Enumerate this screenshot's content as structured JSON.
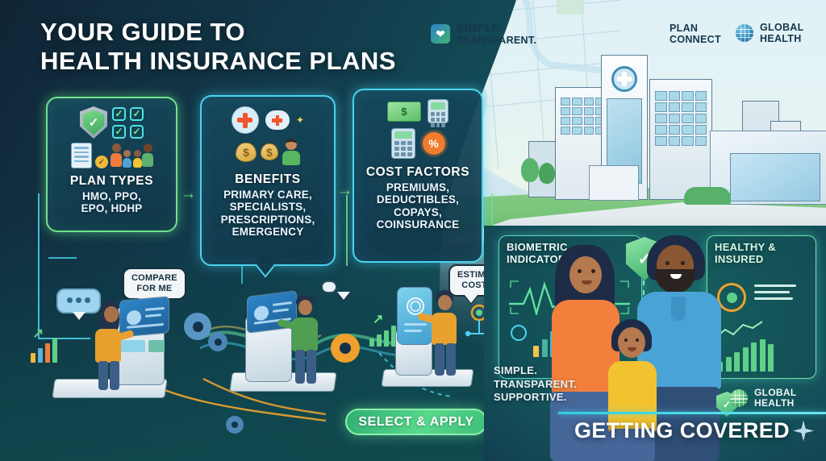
{
  "poster": {
    "title_line1": "YOUR GUIDE TO",
    "title_line2": "HEALTH INSURANCE PLANS"
  },
  "brands": {
    "simple": {
      "line1": "SIMPLE.",
      "line2": "TRANSPARENT.",
      "icon": "heart-pulse-icon"
    },
    "plan_connect": {
      "line1": "PLAN",
      "line2": "CONNECT"
    },
    "global_health_top": {
      "line1": "GLOBAL",
      "line2": "HEALTH",
      "icon": "globe-icon"
    },
    "global_health_bottom": {
      "line1": "GLOBAL",
      "line2": "HEALTH",
      "icon": "globe-icon"
    }
  },
  "cards": [
    {
      "id": "plan-types",
      "headline": "PLAN TYPES",
      "sub_line1": "HMO, PPO,",
      "sub_line2": "EPO, HDHP",
      "border_color": "#6ee38a",
      "icons": [
        "shield-check-icon",
        "checkbox-checked-icon",
        "document-checklist-icon",
        "family-group-icon"
      ]
    },
    {
      "id": "benefits",
      "headline": "BENEFITS",
      "sub_line1": "PRIMARY CARE,",
      "sub_line2": "SPECIALISTS,",
      "sub_line3": "PRESCRIPTIONS,",
      "sub_line4": "EMERGENCY",
      "border_color": "#49d3ef",
      "icons": [
        "medical-cross-icon",
        "speech-bubble-cross-icon",
        "money-bag-icon",
        "happy-person-icon"
      ]
    },
    {
      "id": "cost-factors",
      "headline": "COST FACTORS",
      "sub_line1": "PREMIUMS,",
      "sub_line2": "DEDUCTIBLES,",
      "sub_line3": "COPAYS,",
      "sub_line4": "COINSURANCE",
      "border_color": "#49d3ef",
      "icons": [
        "cash-bills-icon",
        "calculator-icon",
        "percent-badge-icon",
        "receipt-icon"
      ]
    }
  ],
  "arrows": {
    "glyph": "→",
    "color": "#6ee38a"
  },
  "bubbles": [
    {
      "id": "compare",
      "line1": "COMPARE",
      "line2": "FOR ME"
    },
    {
      "id": "estimate",
      "line1": "ESTIMATE",
      "line2": "COSTS?"
    }
  ],
  "kiosks": [
    {
      "id": "kiosk-left",
      "figure": "woman-at-kiosk",
      "shirt_color": "#e8a02f"
    },
    {
      "id": "kiosk-middle",
      "figure": "man-at-kiosk",
      "shirt_color": "#4f9e52"
    },
    {
      "id": "kiosk-right",
      "figure": "man-at-phone-kiosk",
      "shirt_color": "#e8a02f"
    }
  ],
  "cta": {
    "label": "SELECT & APPLY",
    "color": "#58d98c"
  },
  "hero": {
    "biometric_label_l1": "BIOMETRIC",
    "biometric_label_l2": "INDICATOR",
    "healthy_label_l1": "HEALTHY &",
    "healthy_label_l2": "INSURED",
    "shield_icon": "shield-check-icon",
    "family_icon": "family-portrait-icon",
    "tagline_l1": "SIMPLE.",
    "tagline_l2": "TRANSPARENT.",
    "tagline_l3": "SUPPORTIVE.",
    "footer_headline": "GETTING COVERED",
    "sparkle_icon": "sparkle-icon"
  },
  "scene": {
    "hospital_icon": "hospital-building-icon",
    "cross_sign": "medical-cross-icon",
    "map_icon": "city-map-icon",
    "tree_icon": "tree-icon"
  },
  "palette": {
    "neon_green": "#6ee38a",
    "neon_cyan": "#49d3ef",
    "teal_bg": "#14535c",
    "navy_bg": "#102536",
    "orange_accent": "#f07c2c"
  }
}
